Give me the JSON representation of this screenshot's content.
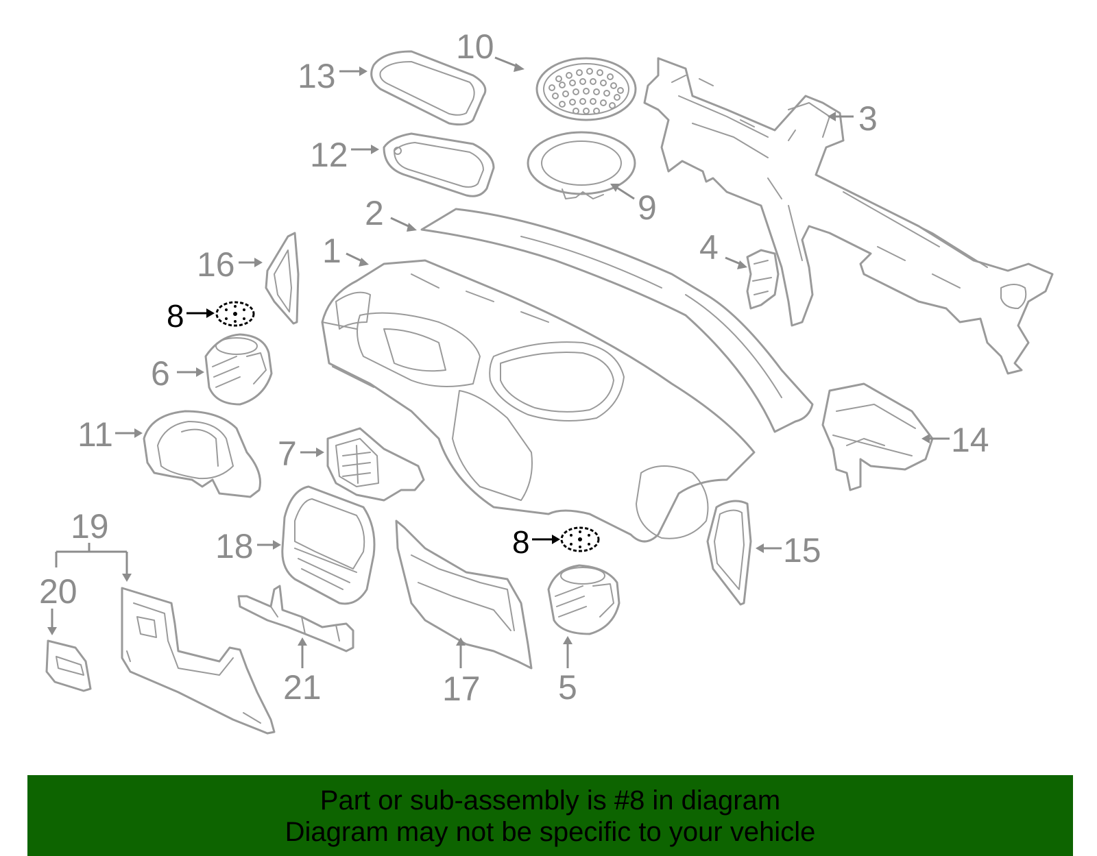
{
  "callouts": {
    "c1": "1",
    "c2": "2",
    "c3": "3",
    "c4": "4",
    "c5": "5",
    "c6": "6",
    "c7": "7",
    "c8a": "8",
    "c8b": "8",
    "c9": "9",
    "c10": "10",
    "c11": "11",
    "c12": "12",
    "c13": "13",
    "c14": "14",
    "c15": "15",
    "c16": "16",
    "c17": "17",
    "c18": "18",
    "c19": "19",
    "c20": "20",
    "c21": "21"
  },
  "highlighted_part": "8",
  "colors": {
    "banner_bg": "#0d6400",
    "line_art": "#9a9a9a",
    "highlight": "#000000"
  },
  "banner": {
    "line1": "Part or sub-assembly is #8 in diagram",
    "line2": "Diagram may not be specific to your vehicle"
  }
}
